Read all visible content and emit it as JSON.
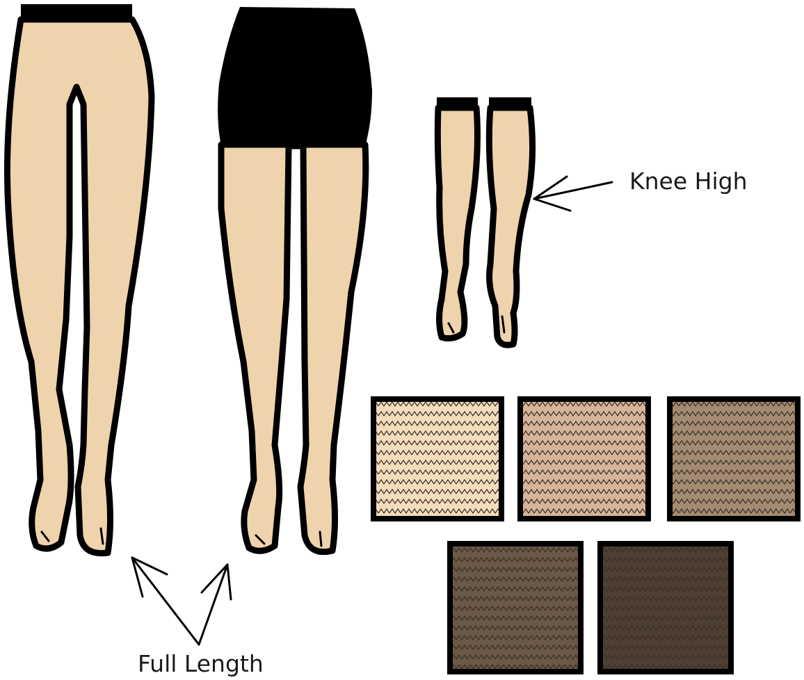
{
  "labels": {
    "full_length": "Full Length",
    "knee_high": "Knee High"
  },
  "colors": {
    "outline": "#000000",
    "pattern_line": "#3a3025",
    "leg_fill": "#efd3ad",
    "swatches": [
      "#f2dcbc",
      "#d6b49a",
      "#a58a72",
      "#6a5848",
      "#4d3f34"
    ]
  },
  "swatch_count": 5
}
